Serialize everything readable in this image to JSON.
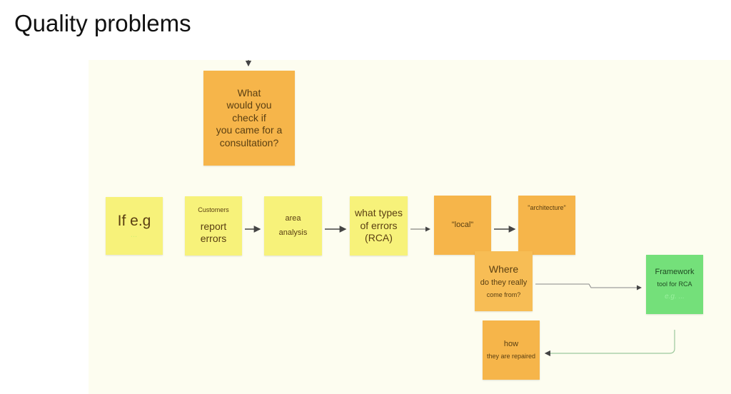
{
  "slide": {
    "title": "Quality problems"
  },
  "notes": {
    "question": [
      "What",
      "would you",
      "check if",
      "you came for a",
      "consultation?"
    ],
    "if_eg": {
      "title": "If e.g",
      "faded": "..."
    },
    "customers": {
      "small": "Customers",
      "line1": "report",
      "line2": "errors"
    },
    "area": {
      "line1": "area",
      "line2": "analysis"
    },
    "types": [
      "what types",
      "of errors",
      "(RCA)"
    ],
    "local": "\"local\"",
    "architecture": "\"architecture\"",
    "where": {
      "title": "Where",
      "line1": "do they really",
      "line2": "come from?"
    },
    "framework": {
      "title": "Framework",
      "line1": "tool for RCA",
      "faded": "e.g. ..."
    },
    "how": {
      "title": "how",
      "line1": "they are repaired"
    }
  },
  "colors": {
    "yellow": "#f7f27a",
    "orange": "#f6b54a",
    "green": "#74e07a",
    "board": "#fdfdf0"
  }
}
